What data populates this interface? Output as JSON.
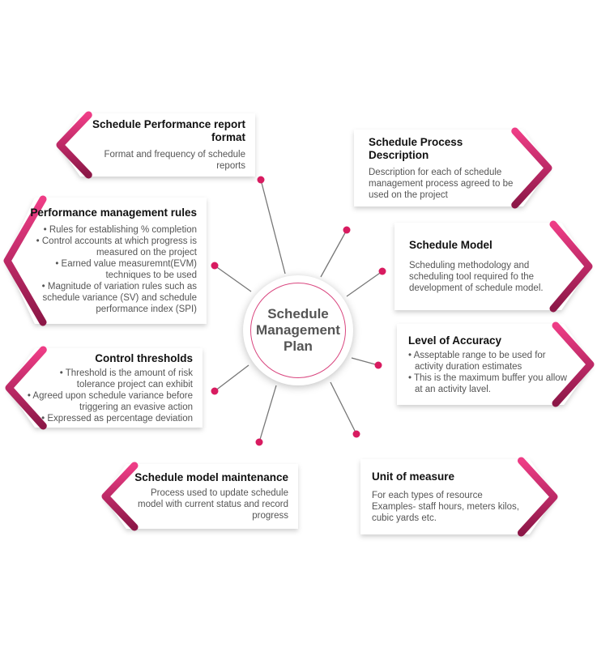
{
  "center": {
    "title_lines": [
      "Schedule",
      "Management",
      "Plan"
    ]
  },
  "colors": {
    "accent_top": "#ee3d86",
    "accent_bottom": "#8c1747",
    "dot": "#d81b60",
    "line": "#777777"
  },
  "cards": [
    {
      "title": "Schedule Performance report format",
      "desc": "Format and frequency of schedule reports"
    },
    {
      "title": "Performance management rules",
      "bullets": [
        "• Rules for establishing % completion",
        "• Control accounts at which progress is measured on the project",
        "• Earned value measuremnt(EVM) techniques to be used",
        "• Magnitude of variation rules such as schedule variance (SV) and schedule performance index (SPI)"
      ]
    },
    {
      "title": "Control thresholds",
      "bullets": [
        "• Threshold is the amount of risk tolerance project can exhibit",
        "• Agreed upon schedule variance before triggering an evasive action",
        "• Expressed as percentage deviation"
      ]
    },
    {
      "title": "Schedule model maintenance",
      "desc": "Process used  to update schedule model with current status and record progress"
    },
    {
      "title": "Schedule Process Description",
      "desc": "Description for each of schedule management process agreed to be used on the project"
    },
    {
      "title": "Schedule Model",
      "desc": "Scheduling methodology and scheduling tool required fo the development of schedule model."
    },
    {
      "title": "Level of Accuracy",
      "bullets": [
        "• Asseptable range to be used for activity   duration estimates",
        "• This is the maximum buffer you allow at an activity lavel."
      ]
    },
    {
      "title": "Unit of measure",
      "desc": "For each types of resource Examples- staff hours, meters kilos, cubic yards etc."
    }
  ]
}
